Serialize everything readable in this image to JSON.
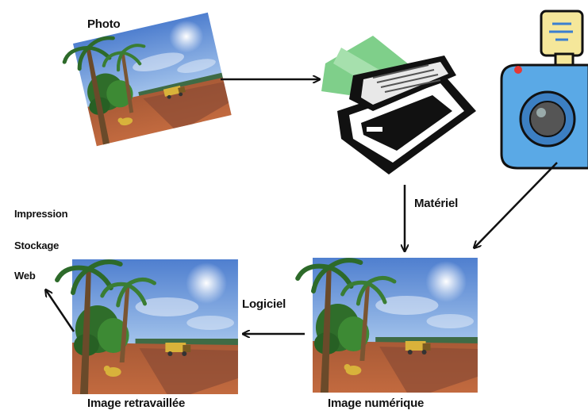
{
  "labels": {
    "photo": "Photo",
    "impression": "Impression",
    "stockage": "Stockage",
    "web": "Web",
    "materiel": "Matériel",
    "logiciel": "Logiciel",
    "image_retravaillee": "Image retravaillée",
    "image_numerique": "Image numérique"
  },
  "icons": {
    "scanner": "scanner-icon",
    "camera": "camera-icon",
    "photo": "tropical-road-photo"
  },
  "colors": {
    "sky": "#6f9bd6",
    "ground": "#b4603a",
    "palm": "#2f6d2a",
    "scanner_glow": "#7fcf8a",
    "camera_body": "#5aa9e6",
    "flash": "#f5e79a"
  }
}
